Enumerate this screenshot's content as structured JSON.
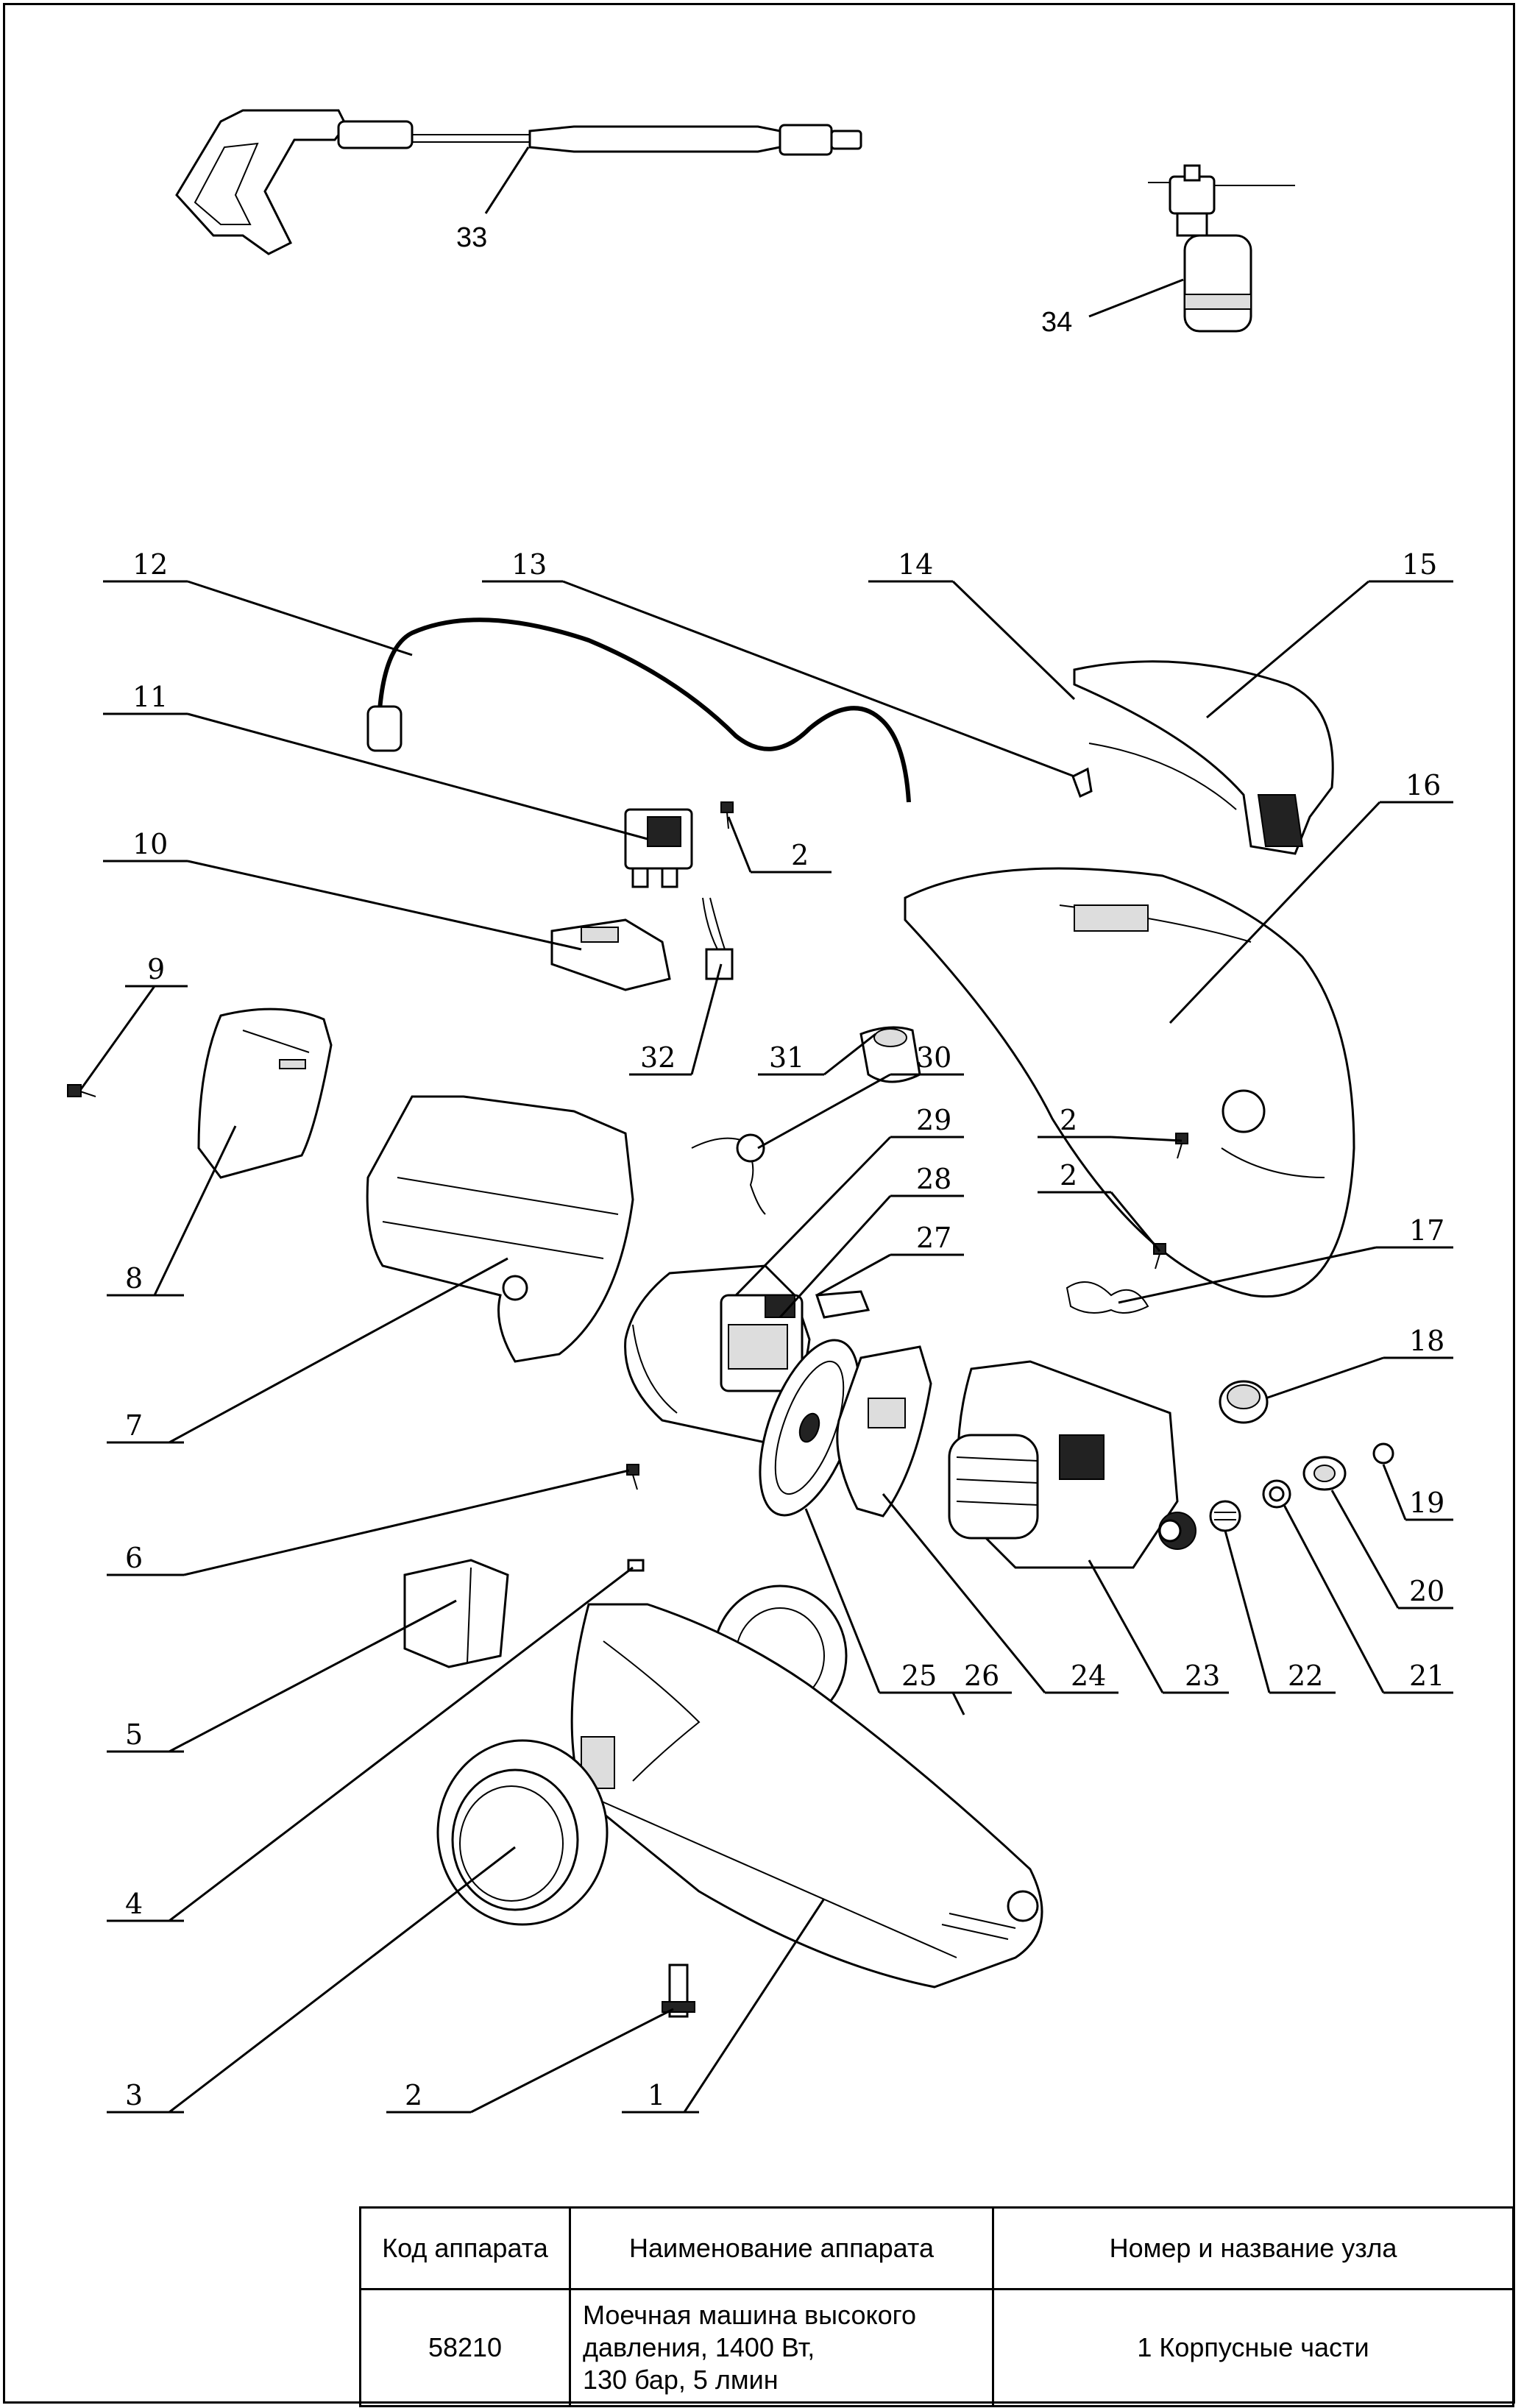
{
  "callouts": {
    "c1": "1",
    "c2a": "2",
    "c2b": "2",
    "c2c": "2",
    "c2d": "2",
    "c3": "3",
    "c4": "4",
    "c5": "5",
    "c6": "6",
    "c7": "7",
    "c8": "8",
    "c9": "9",
    "c10": "10",
    "c11": "11",
    "c12": "12",
    "c13": "13",
    "c14": "14",
    "c15": "15",
    "c16": "16",
    "c17": "17",
    "c18": "18",
    "c19": "19",
    "c20": "20",
    "c21": "21",
    "c22": "22",
    "c23": "23",
    "c24": "24",
    "c25": "25",
    "c26": "26",
    "c27": "27",
    "c28": "28",
    "c29": "29",
    "c30": "30",
    "c31": "31",
    "c32": "32",
    "c33": "33",
    "c34": "34"
  },
  "table": {
    "headers": [
      "Код аппарата",
      "Наименование аппарата",
      "Номер и название узла"
    ],
    "code": "58210",
    "name_lines": [
      "Моечная машина высокого",
      "давления, 1400 Вт,",
      "130 бар, 5 лмин"
    ],
    "assembly": "1 Корпусные части"
  }
}
